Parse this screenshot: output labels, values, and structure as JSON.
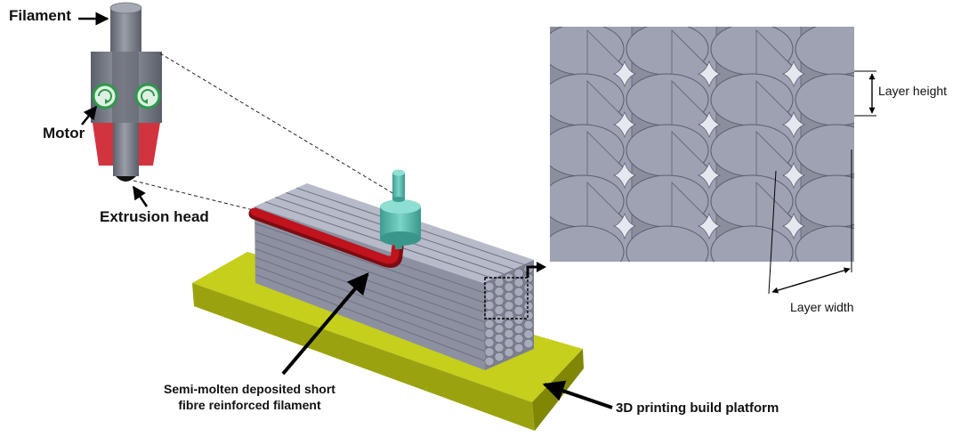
{
  "labels": {
    "filament": "Filament",
    "motor": "Motor",
    "extrusion_head": "Extrusion head",
    "semi_molten": "Semi-molten deposited short fibre reinforced filament",
    "build_platform": "3D printing build platform",
    "layer_height": "Layer height",
    "layer_width": "Layer width"
  },
  "colors": {
    "filament_grey": "#7d828f",
    "bead_grey": "#9da1b1",
    "platform": "#c5cf1c",
    "nozzle": "#4fb4a8",
    "deposited_filament": "#c1131e",
    "heater": "#d1343f",
    "motor_ring": "#2c9a49"
  },
  "icons": [
    "motor-rotation-icon"
  ]
}
